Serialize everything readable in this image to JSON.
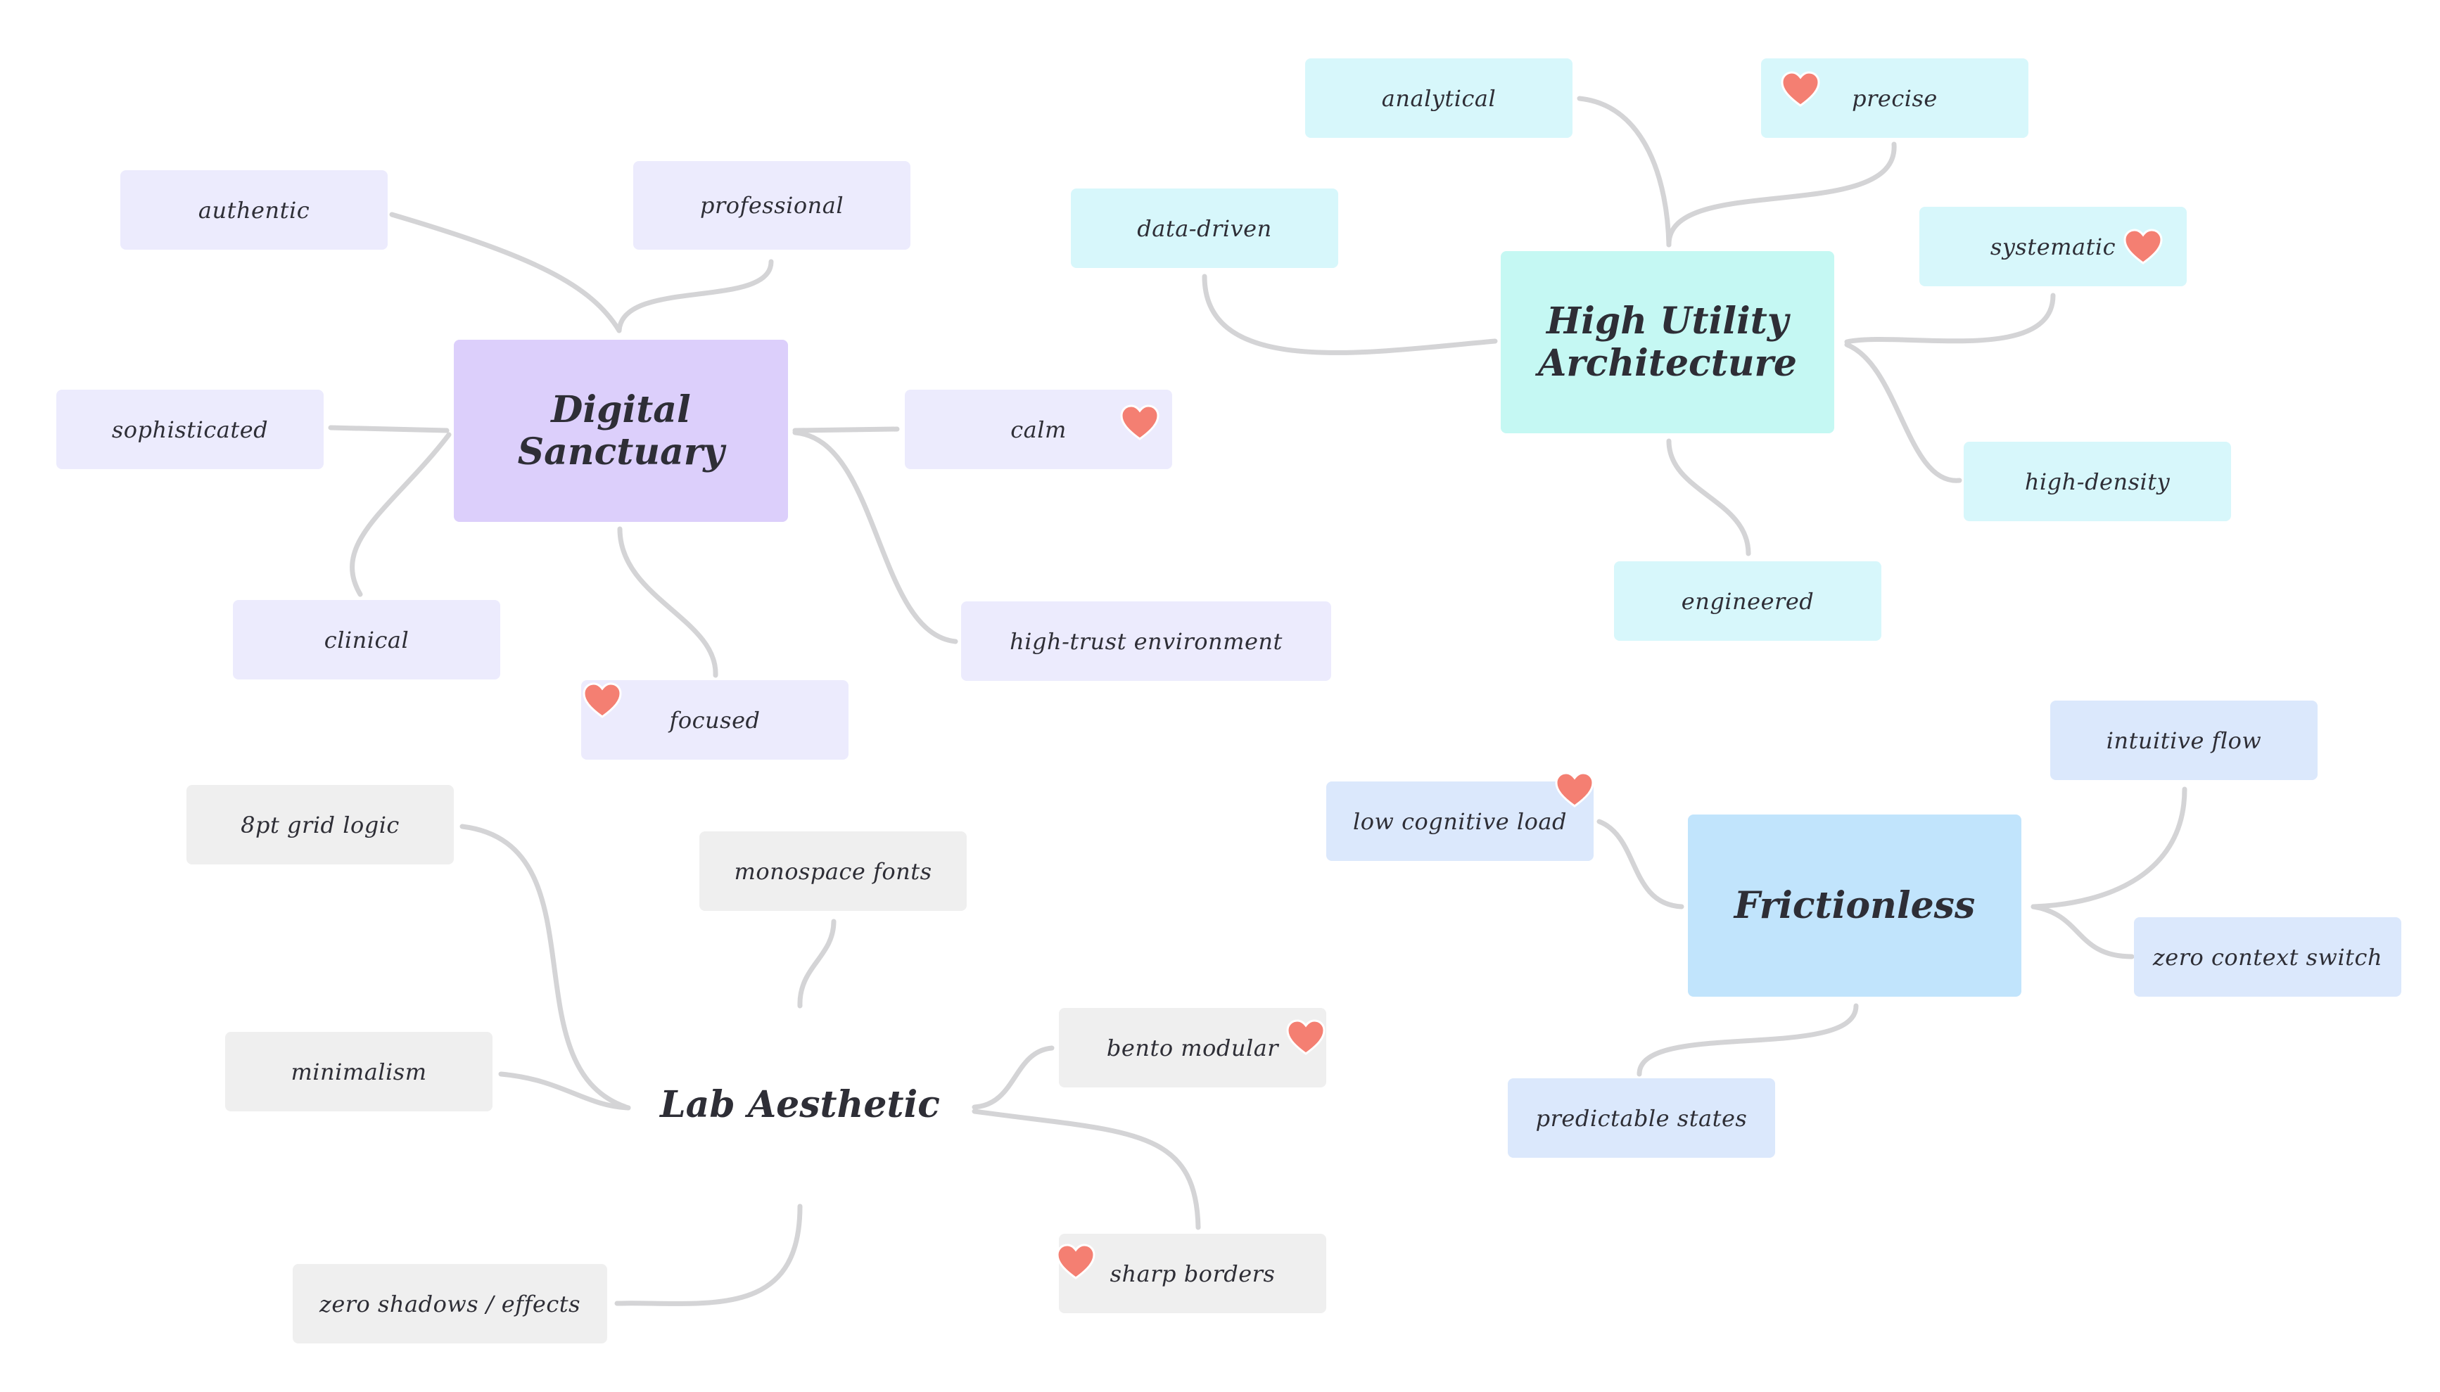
{
  "colors": {
    "purple_hub": "#dccffb",
    "purple_leaf": "#ecebfd",
    "cyan_hub": "#c5f8f3",
    "cyan_leaf": "#d7f7fb",
    "blue_hub": "#c1e4fc",
    "blue_leaf": "#dbe8fc",
    "gray_leaf": "#efefef",
    "white_hub": "#ffffff",
    "connector": "#d4d4d6",
    "heart": "#f47f72"
  },
  "clusters": {
    "digital_sanctuary": {
      "hub": "Digital\nSanctuary",
      "nodes": {
        "authentic": "authentic",
        "professional": "professional",
        "sophisticated": "sophisticated",
        "calm": "calm",
        "clinical": "clinical",
        "focused": "focused",
        "high_trust": "high-trust environment"
      }
    },
    "high_utility": {
      "hub": "High Utility\nArchitecture",
      "nodes": {
        "analytical": "analytical",
        "precise": "precise",
        "data_driven": "data-driven",
        "systematic": "systematic",
        "high_density": "high-density",
        "engineered": "engineered"
      }
    },
    "lab_aesthetic": {
      "hub": "Lab Aesthetic",
      "nodes": {
        "grid_logic": "8pt grid logic",
        "monospace": "monospace fonts",
        "minimalism": "minimalism",
        "bento": "bento modular",
        "sharp_borders": "sharp borders",
        "zero_shadows": "zero shadows / effects"
      }
    },
    "frictionless": {
      "hub": "Frictionless",
      "nodes": {
        "intuitive_flow": "intuitive flow",
        "low_cognitive": "low cognitive load",
        "zero_context": "zero context switch",
        "predictable": "predictable states"
      }
    }
  },
  "icons": {
    "favorite": "heart-icon"
  }
}
